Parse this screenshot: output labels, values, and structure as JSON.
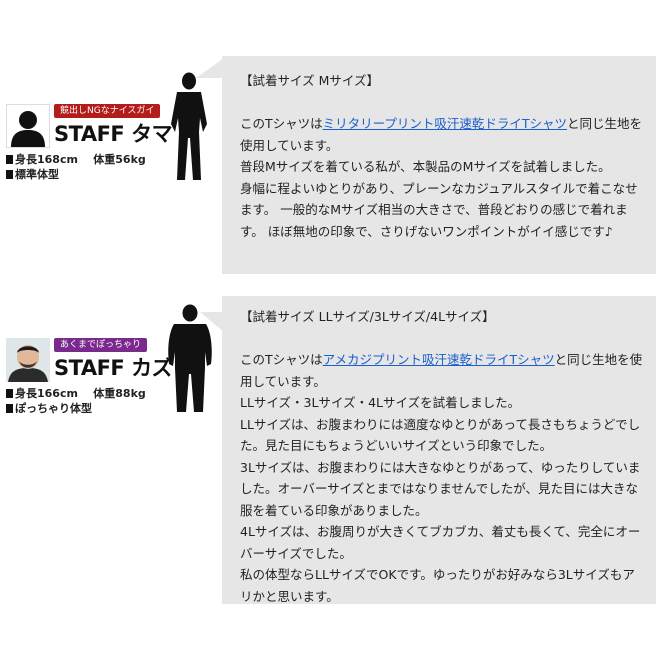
{
  "staff1": {
    "badge": "競出しNGなナイスガイ",
    "badge_color": "#b41c1c",
    "name": "STAFF タマ",
    "height": "身長168cm",
    "weight": "体重56kg",
    "body_type": "標準体型",
    "avatar_icon": "person-silhouette-icon",
    "figure_icon": "standing-man-silhouette-icon",
    "bubble": {
      "heading": "【試着サイズ Mサイズ】",
      "p1_pre": "このTシャツは",
      "p1_link": "ミリタリープリント吸汗速乾ドライTシャツ",
      "p1_post": "と同じ生地を使用しています。",
      "p2": "普段Mサイズを着ている私が、本製品のMサイズを試着しました。",
      "p3": "身幅に程よいゆとりがあり、プレーンなカジュアルスタイルで着こなせます。 一般的なMサイズ相当の大きさで、普段どおりの感じで着れます。 ほぼ無地の印象で、さりげないワンポイントがイイ感じです♪"
    }
  },
  "staff2": {
    "badge": "あくまでぽっちゃり",
    "badge_color": "#7a2a8c",
    "name": "STAFF カズ",
    "height": "身長166cm",
    "weight": "体重88kg",
    "body_type": "ぽっちゃり体型",
    "avatar_icon": "staff-photo-avatar-icon",
    "figure_icon": "standing-man-silhouette-icon",
    "bubble": {
      "heading": "【試着サイズ LLサイズ/3Lサイズ/4Lサイズ】",
      "p1_pre": "このTシャツは",
      "p1_link": "アメカジプリント吸汗速乾ドライTシャツ",
      "p1_post": "と同じ生地を使用しています。",
      "p2": "LLサイズ・3Lサイズ・4Lサイズを試着しました。",
      "p3": "LLサイズは、お腹まわりには適度なゆとりがあって長さもちょうどでした。見た目にもちょうどいいサイズという印象でした。",
      "p4": "3Lサイズは、お腹まわりには大きなゆとりがあって、ゆったりしていました。オーバーサイズとまではなりませんでしたが、見た目には大きな服を着ている印象がありました。",
      "p5": "4Lサイズは、お腹周りが大きくてブカブカ、着丈も長くて、完全にオーバーサイズでした。",
      "p6": "私の体型ならLLサイズでOKです。ゆったりがお好みなら3Lサイズもアリかと思います。"
    }
  }
}
